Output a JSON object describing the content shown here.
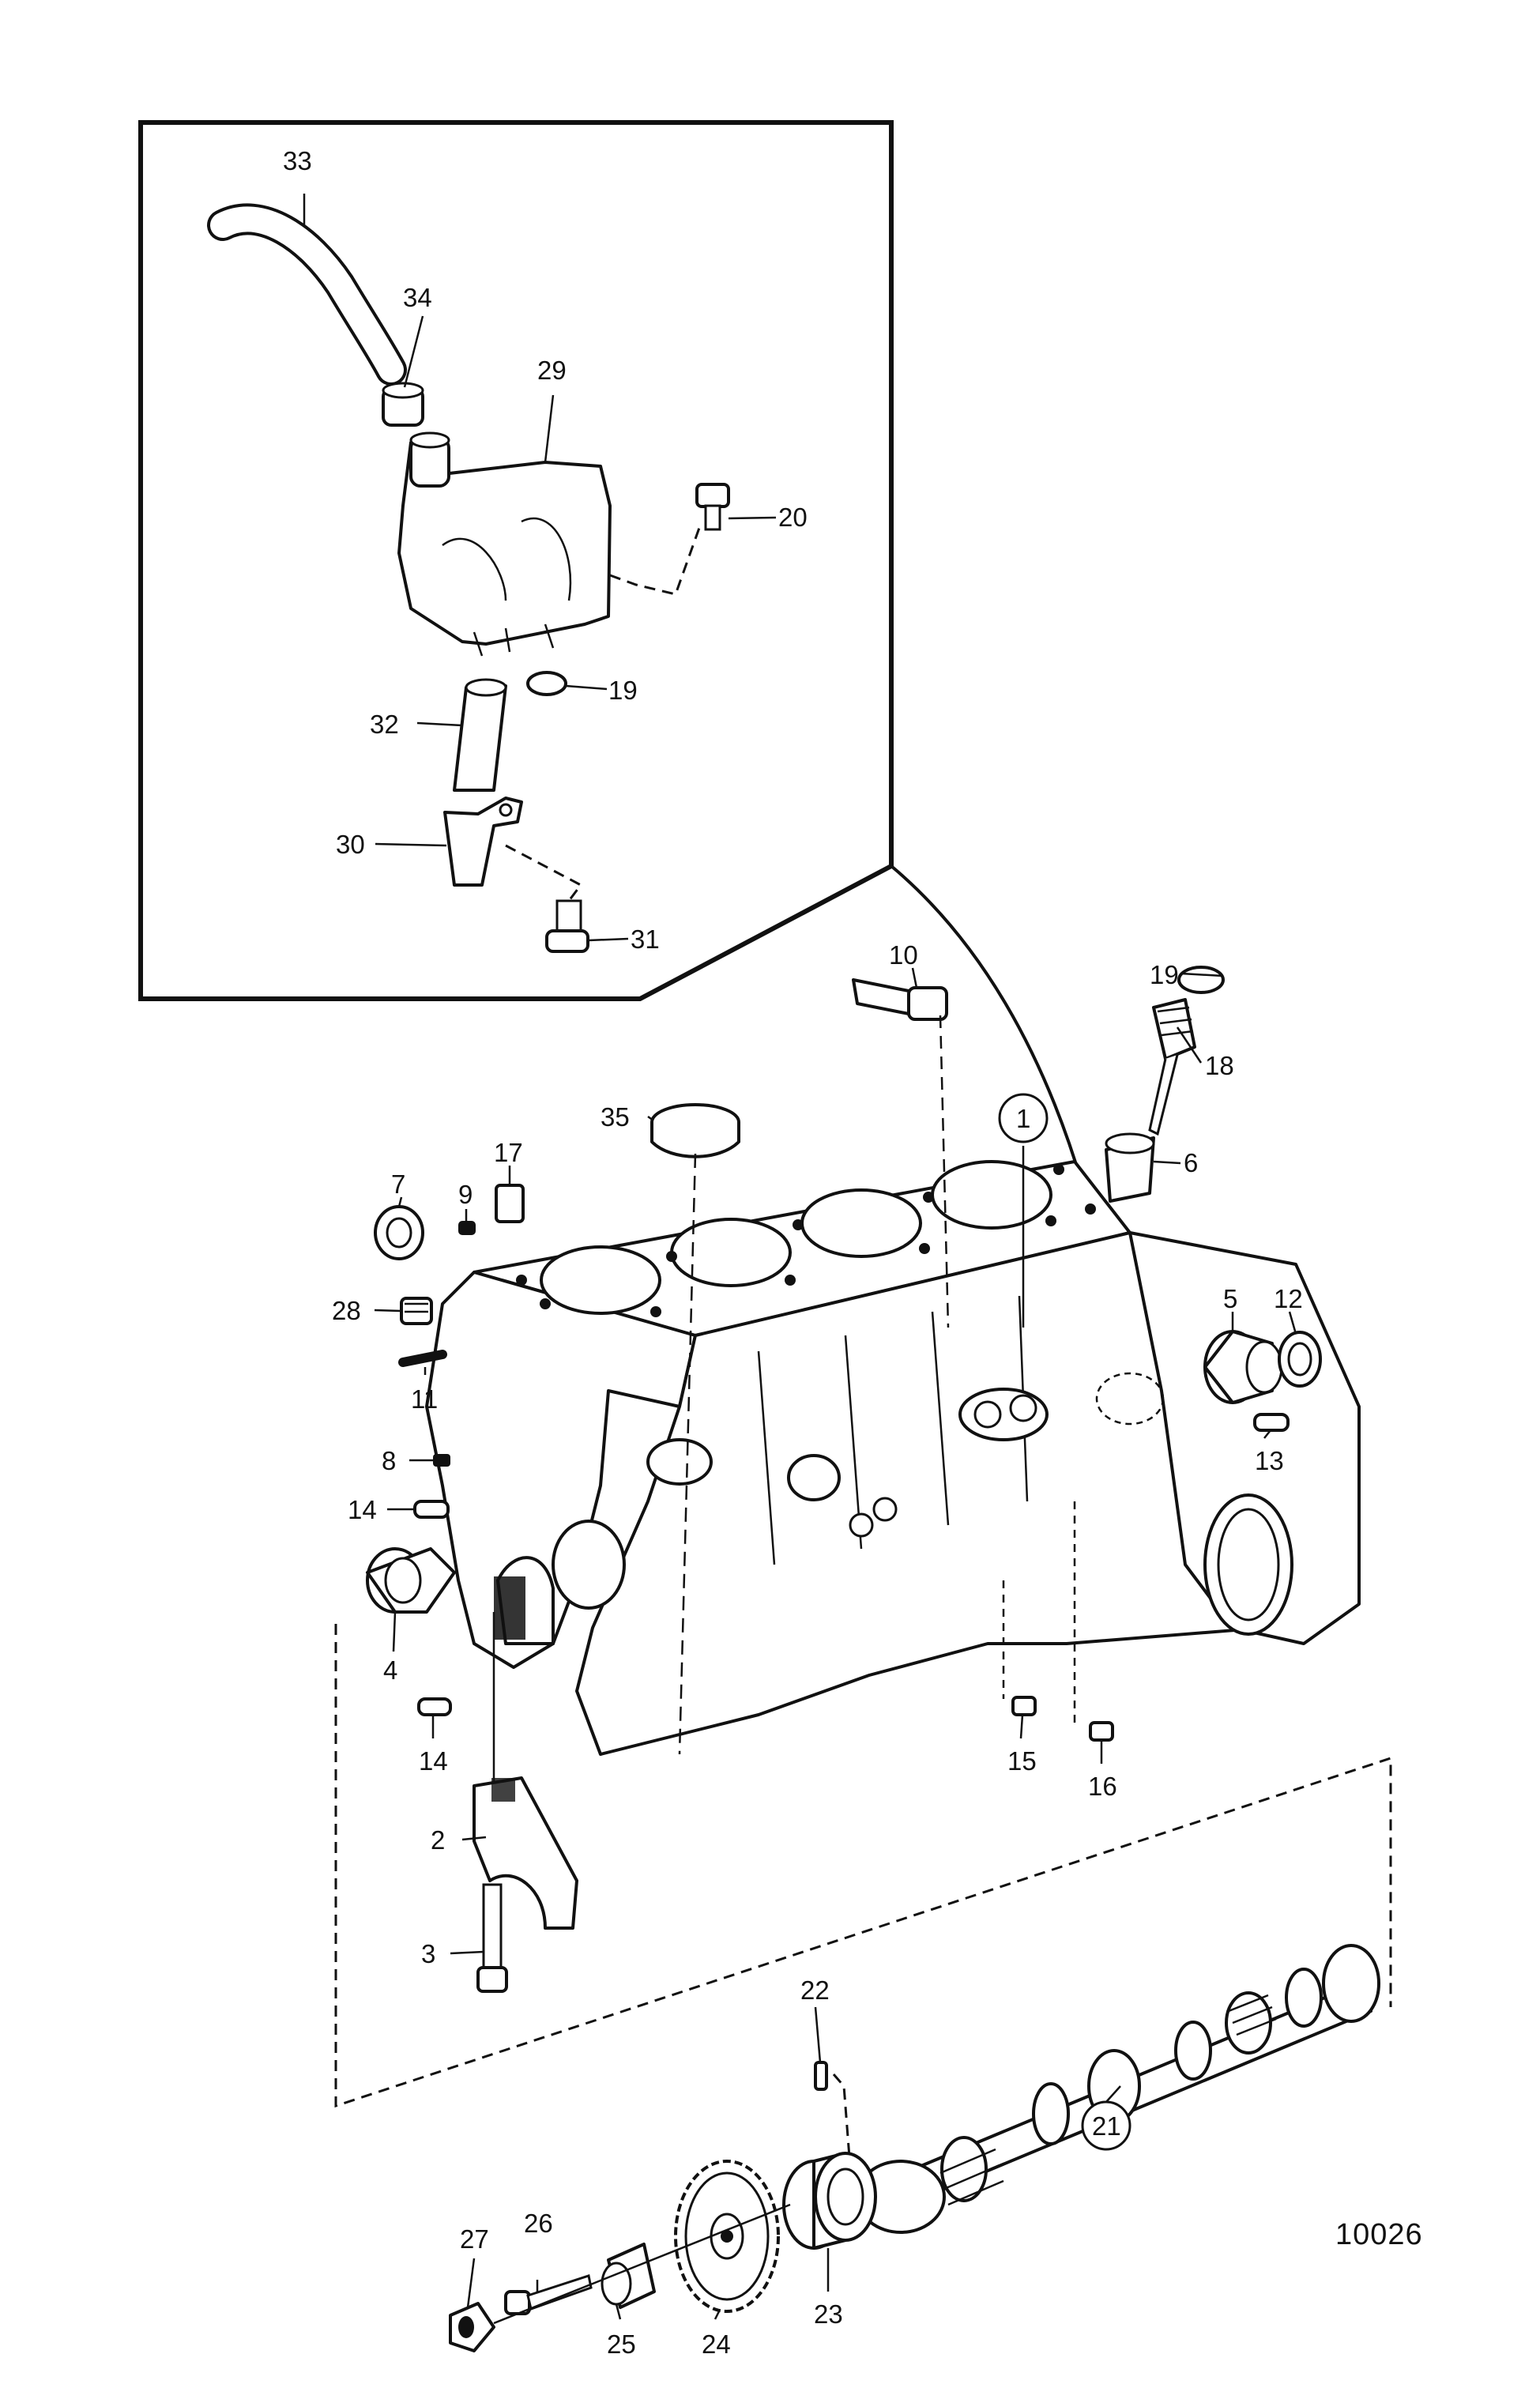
{
  "diagram": {
    "reference_number": "10026",
    "callouts": [
      {
        "id": "33",
        "text": "33"
      },
      {
        "id": "34",
        "text": "34"
      },
      {
        "id": "29",
        "text": "29"
      },
      {
        "id": "20a",
        "text": "20"
      },
      {
        "id": "19a",
        "text": "19"
      },
      {
        "id": "32",
        "text": "32"
      },
      {
        "id": "30",
        "text": "30"
      },
      {
        "id": "31",
        "text": "31"
      },
      {
        "id": "10",
        "text": "10"
      },
      {
        "id": "19b",
        "text": "19"
      },
      {
        "id": "18",
        "text": "18"
      },
      {
        "id": "35",
        "text": "35"
      },
      {
        "id": "1",
        "text": "1"
      },
      {
        "id": "6",
        "text": "6"
      },
      {
        "id": "7",
        "text": "7"
      },
      {
        "id": "9",
        "text": "9"
      },
      {
        "id": "17",
        "text": "17"
      },
      {
        "id": "28",
        "text": "28"
      },
      {
        "id": "5",
        "text": "5"
      },
      {
        "id": "12",
        "text": "12"
      },
      {
        "id": "11",
        "text": "11"
      },
      {
        "id": "13",
        "text": "13"
      },
      {
        "id": "8",
        "text": "8"
      },
      {
        "id": "14a",
        "text": "14"
      },
      {
        "id": "4",
        "text": "4"
      },
      {
        "id": "14b",
        "text": "14"
      },
      {
        "id": "15",
        "text": "15"
      },
      {
        "id": "16",
        "text": "16"
      },
      {
        "id": "2",
        "text": "2"
      },
      {
        "id": "3",
        "text": "3"
      },
      {
        "id": "22",
        "text": "22"
      },
      {
        "id": "21",
        "text": "21"
      },
      {
        "id": "27",
        "text": "27"
      },
      {
        "id": "26",
        "text": "26"
      },
      {
        "id": "25",
        "text": "25"
      },
      {
        "id": "24",
        "text": "24"
      },
      {
        "id": "23",
        "text": "23"
      }
    ]
  }
}
